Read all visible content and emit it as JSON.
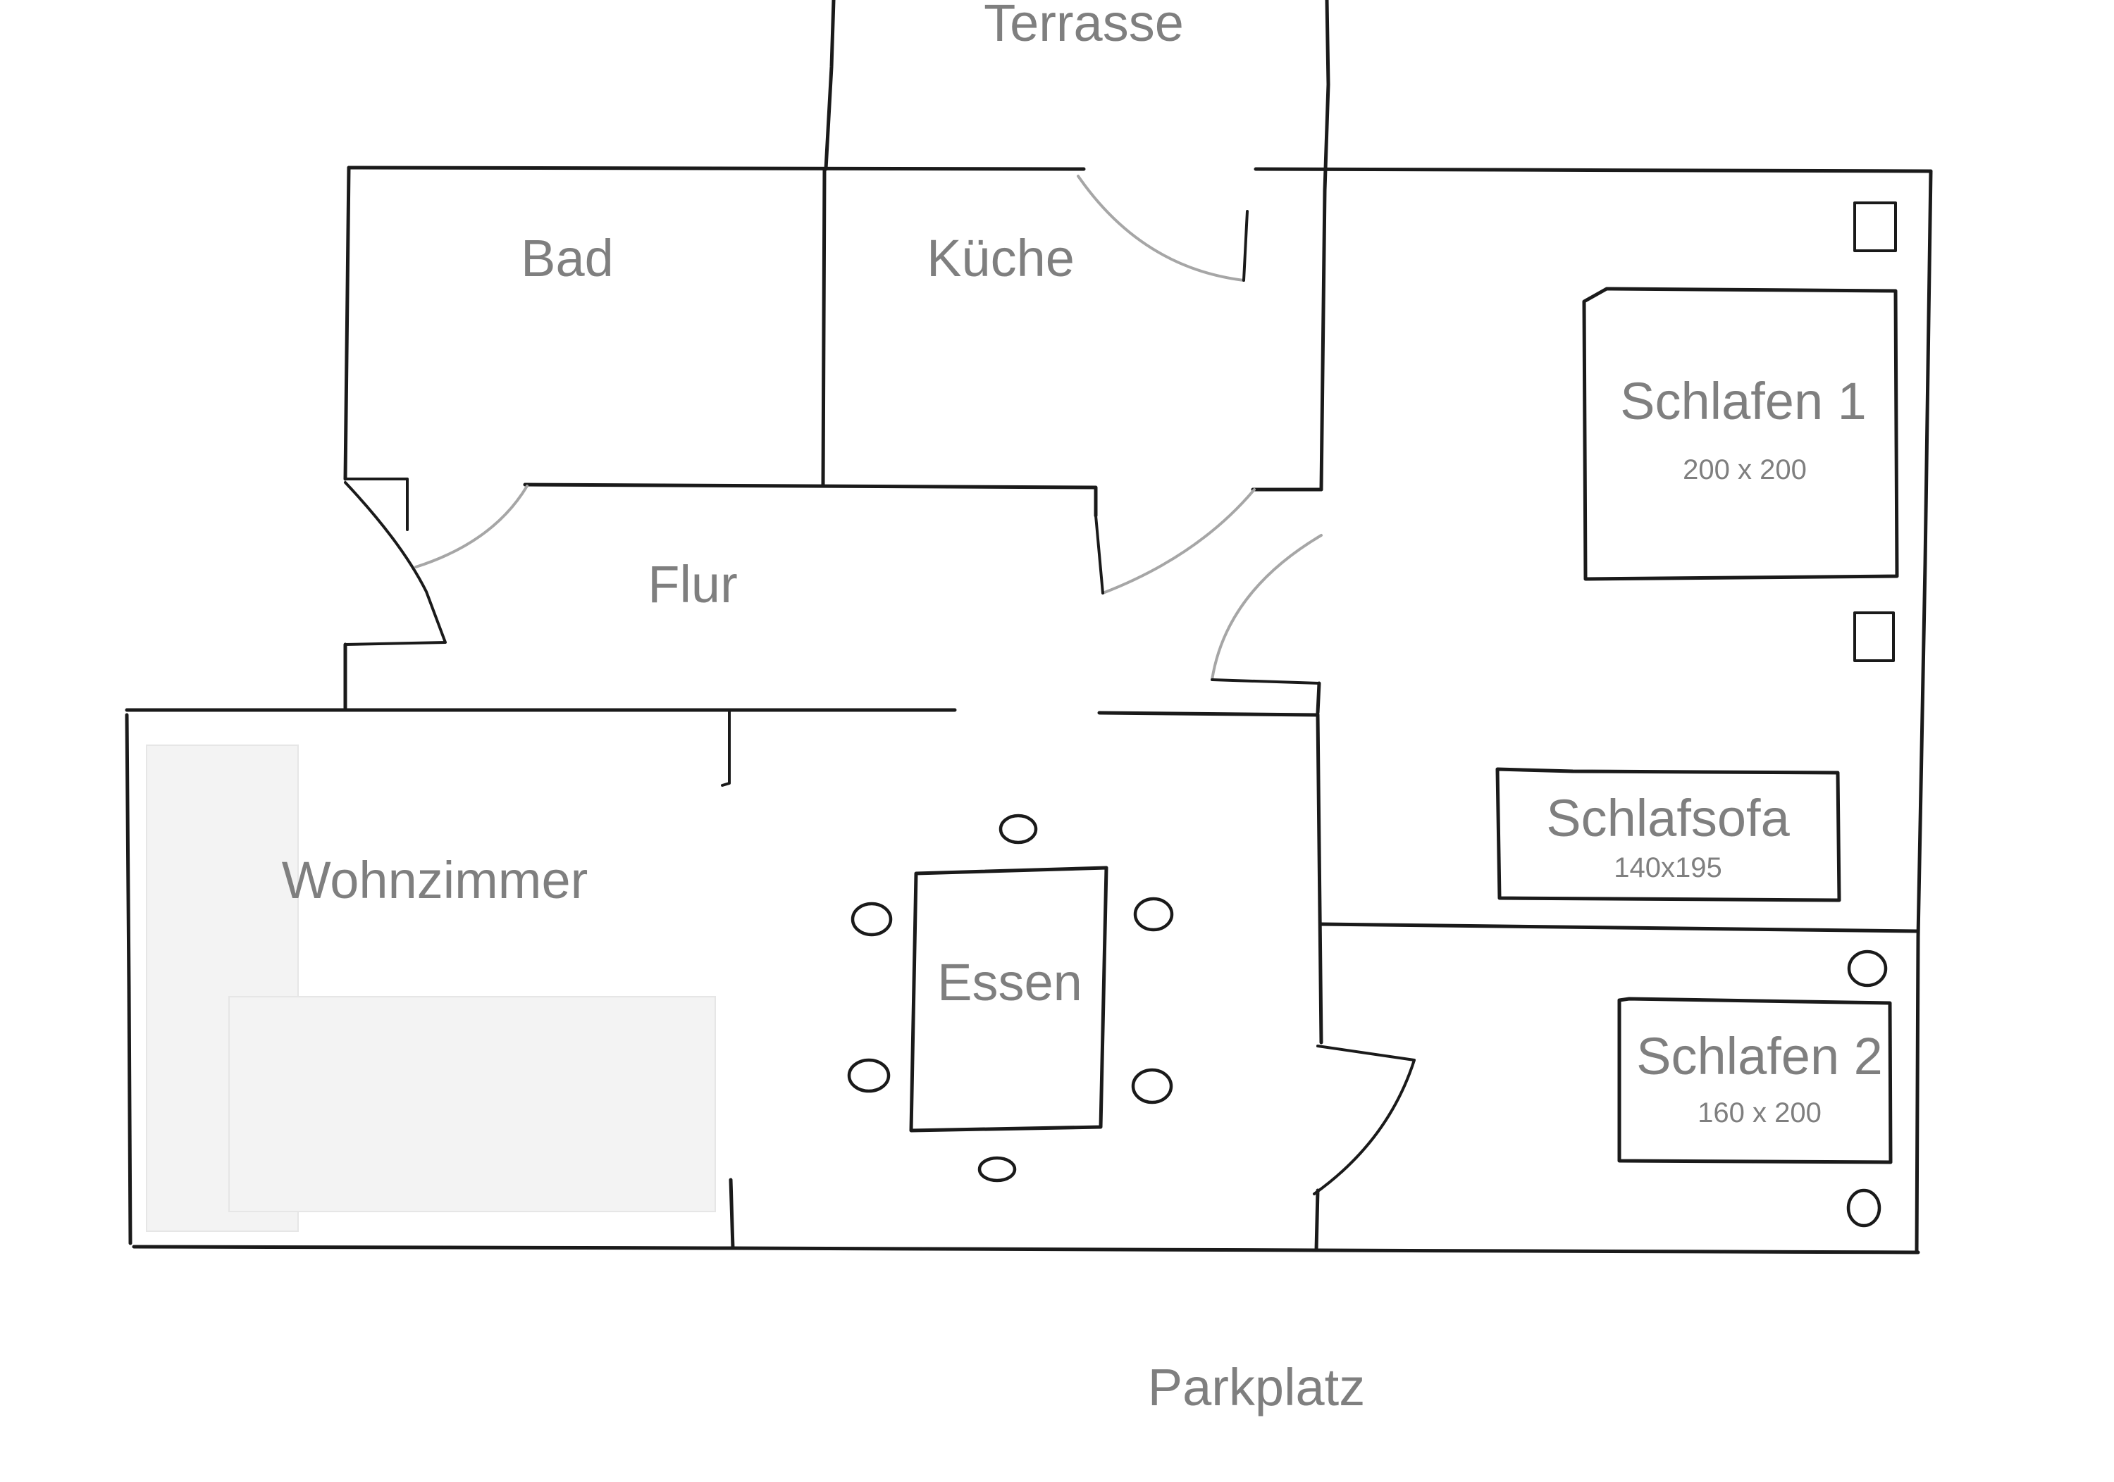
{
  "labels": {
    "terrasse": "Terrasse",
    "bad": "Bad",
    "kueche": "Küche",
    "flur": "Flur",
    "schlafen1": "Schlafen 1",
    "schlafen1_size": "200 x 200",
    "schlafsofa": "Schlafsofa",
    "schlafsofa_size": "140x195",
    "wohnzimmer": "Wohnzimmer",
    "essen": "Essen",
    "schlafen2": "Schlafen 2",
    "schlafen2_size": "160 x 200",
    "parkplatz": "Parkplatz"
  },
  "colors": {
    "wall": "#1a1a1a",
    "door_arc": "#a6a6a6",
    "label": "#7f7f7f",
    "paper": "#ffffff"
  }
}
